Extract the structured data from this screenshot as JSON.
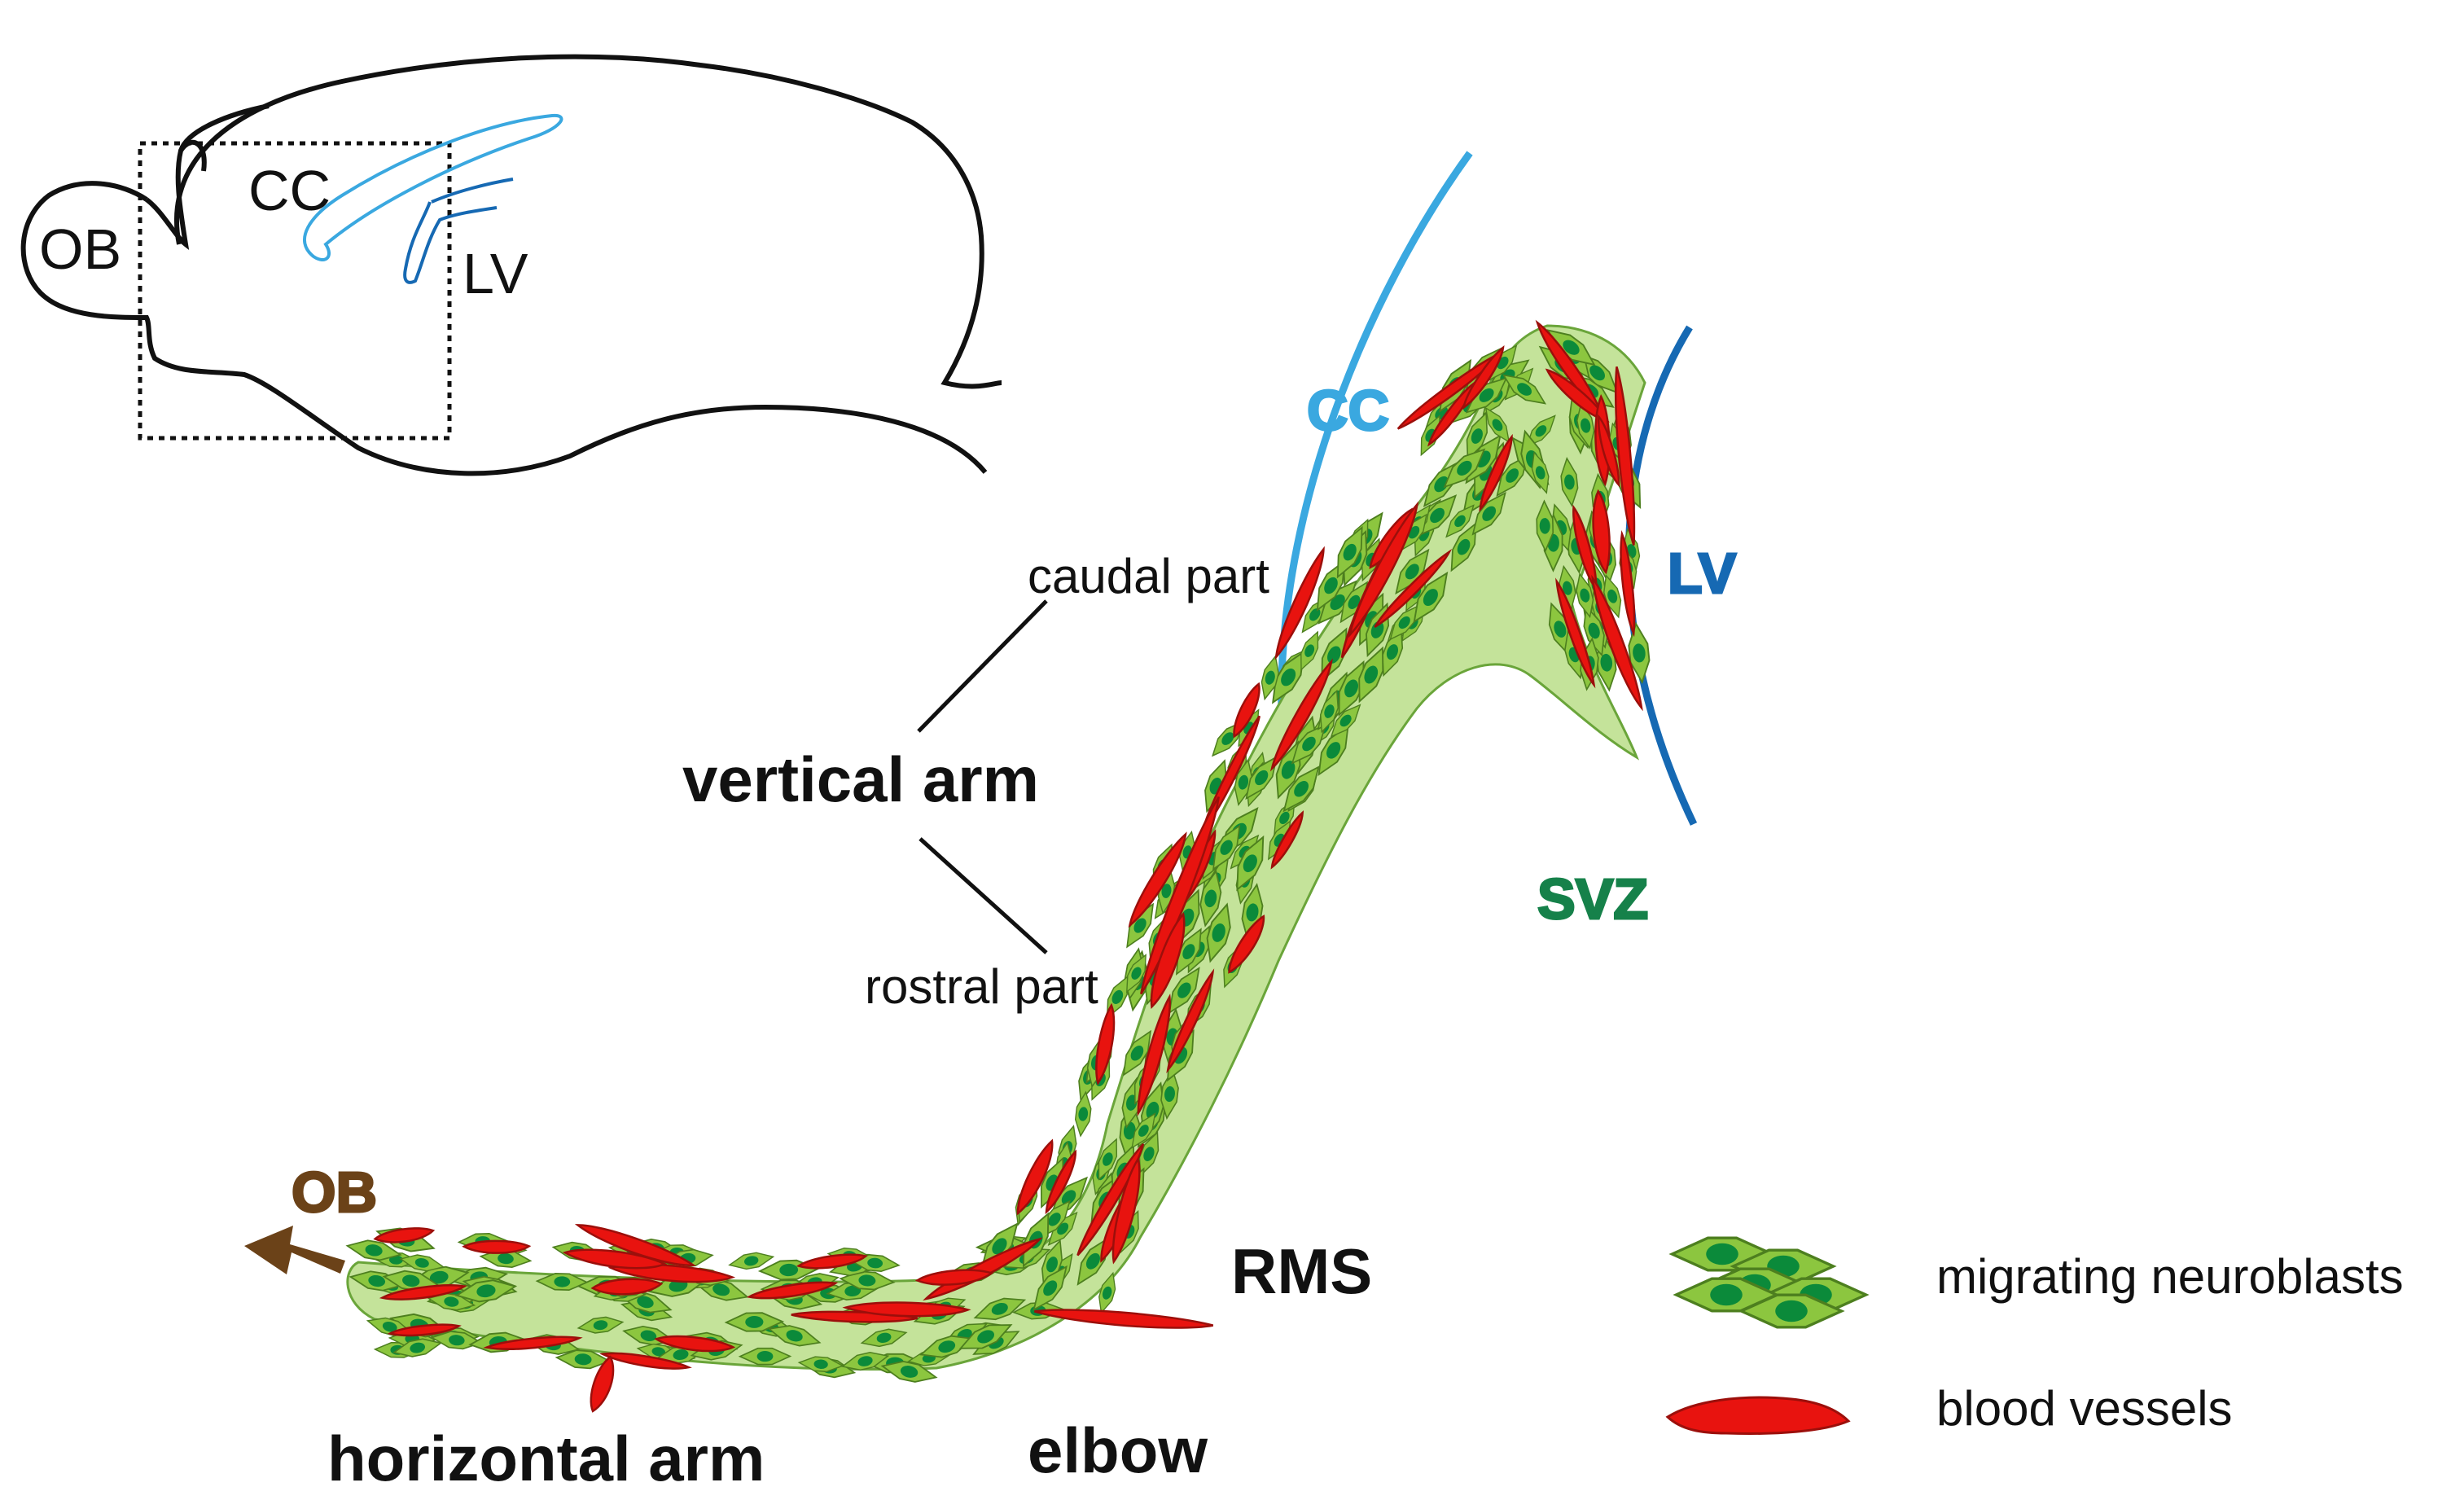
{
  "inset": {
    "ob": "OB",
    "cc": "CC",
    "lv": "LV"
  },
  "labels": {
    "cc": "CC",
    "lv": "LV",
    "svz": "SVZ",
    "ob": "OB",
    "caudal_part": "caudal part",
    "vertical_arm": "vertical arm",
    "rostral_part": "rostral part",
    "rms": "RMS",
    "horizontal_arm": "horizontal arm",
    "elbow": "elbow"
  },
  "legend": {
    "neuroblasts": "migrating neuroblasts",
    "vessels": "blood vessels"
  },
  "colors": {
    "cc": "#3aa8e0",
    "lv": "#1669b3",
    "svz": "#16814a",
    "ob_arrow": "#6b4218",
    "neuroblast_light": "#8cc63f",
    "neuroblast_dark": "#0b8a3a",
    "vessel": "#e8130f",
    "vessel_stroke": "#9c0f0b"
  }
}
